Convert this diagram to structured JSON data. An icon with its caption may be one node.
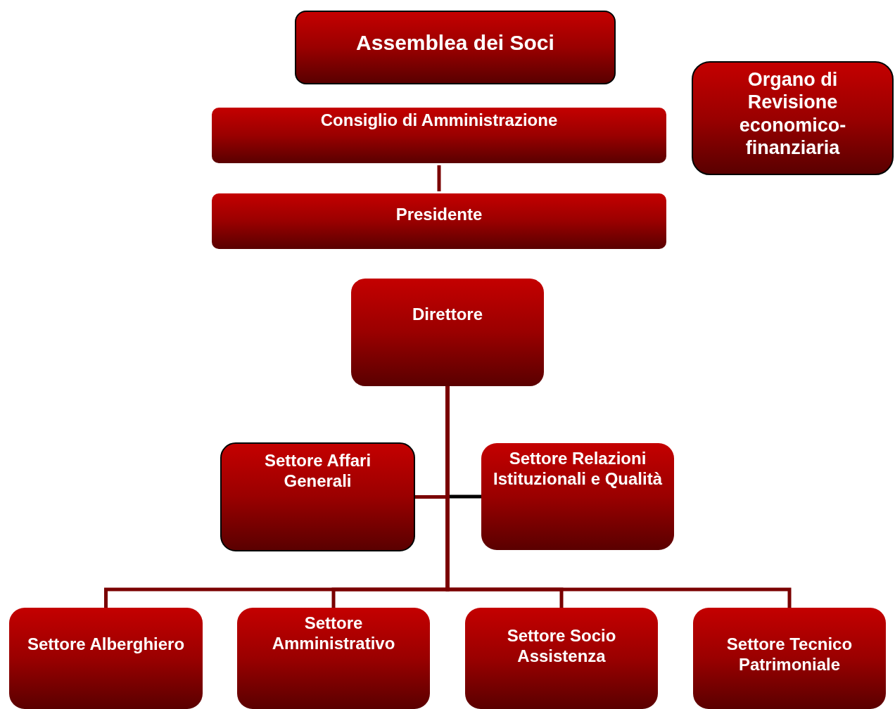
{
  "diagram": {
    "nodes": [
      {
        "text": [
          "Assemblea dei Soci"
        ]
      },
      {
        "text": [
          "Organo di Revisione economico-finanziaria"
        ]
      },
      {
        "text": [
          "Consiglio di Amministrazione"
        ]
      },
      {
        "text": [
          "Presidente"
        ]
      },
      {
        "text": [
          "Direttore"
        ]
      },
      {
        "text": [
          "Settore Affari Generali"
        ]
      },
      {
        "text": [
          "Settore Relazioni Istituzionali e Qualità"
        ]
      },
      {
        "text": [
          "Settore Alberghiero"
        ]
      },
      {
        "text": [
          "Settore Amministrativo"
        ]
      },
      {
        "text": [
          "Settore Socio Assistenza"
        ]
      },
      {
        "text": [
          "Settore Tecnico Patrimoniale"
        ]
      }
    ],
    "edges": [
      {
        "from": 2,
        "to": 3,
        "arrow": "none"
      },
      {
        "from": 4,
        "to": 5,
        "arrow": "none"
      },
      {
        "from": 4,
        "to": 6,
        "arrow": "none",
        "color": "#000000"
      },
      {
        "from": 4,
        "to": 7,
        "arrow": "none"
      },
      {
        "from": 4,
        "to": 8,
        "arrow": "none"
      },
      {
        "from": 4,
        "to": 9,
        "arrow": "none"
      },
      {
        "from": 4,
        "to": 10,
        "arrow": "none"
      }
    ]
  }
}
